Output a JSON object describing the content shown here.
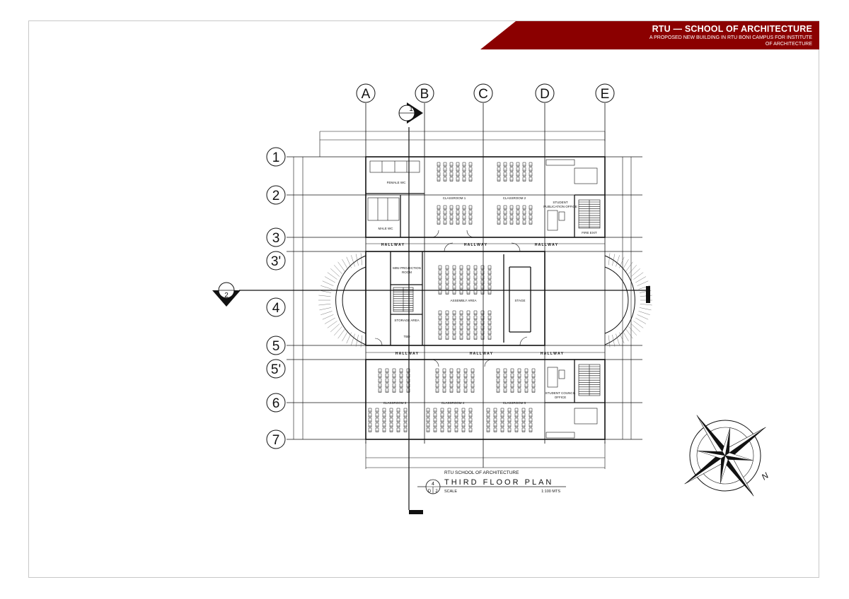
{
  "banner": {
    "title": "RTU — SCHOOL OF ARCHITECTURE",
    "subtitle_line1": "A PROPOSED NEW BUILDING IN RTU BONI CAMPUS FOR INSTITUTE",
    "subtitle_line2": "OF ARCHITECTURE",
    "color": "#8b0000"
  },
  "grid": {
    "columns": [
      "A",
      "B",
      "C",
      "D",
      "E"
    ],
    "rows": [
      "1",
      "2",
      "3",
      "3'",
      "4",
      "5",
      "5'",
      "6",
      "7"
    ]
  },
  "section_markers": {
    "top": "1",
    "left": "2"
  },
  "rooms": {
    "female_wc": "FEMALE WC",
    "male_wc": "MALE WC",
    "classroom_1": "CLASSROOM 1",
    "classroom_2": "CLASSROOM 2",
    "classroom_3": "CLASSROOM 3",
    "classroom_4": "CLASSROOM 4",
    "classroom_5": "CLASSROOM 5",
    "student_publication_line1": "STUDENT",
    "student_publication_line2": "PUBLICATION OFFICE",
    "fire_exit": "FIRE EXIT",
    "mini_projection_line1": "MINI PROJECTION",
    "mini_projection_line2": "ROOM",
    "storage_area": "STORAGE AREA",
    "tbd": "TBD",
    "assembly_area": "ASSEMBLY AREA",
    "stage": "STAGE",
    "student_council_line1": "STUDENT COUNCIL",
    "student_council_line2": "OFFICE",
    "hallway": "H A L L W A Y"
  },
  "title_block": {
    "school": "RTU SCHOOL OF ARCHITECTURE",
    "plan_title": "THIRD FLOOR PLAN",
    "scale_label": "SCALE",
    "scale_value": "1:100 MTS",
    "sheet_top": "4",
    "sheet_bottom_left": "D",
    "sheet_bottom_right": "2"
  },
  "compass": {
    "north_label": "N"
  }
}
